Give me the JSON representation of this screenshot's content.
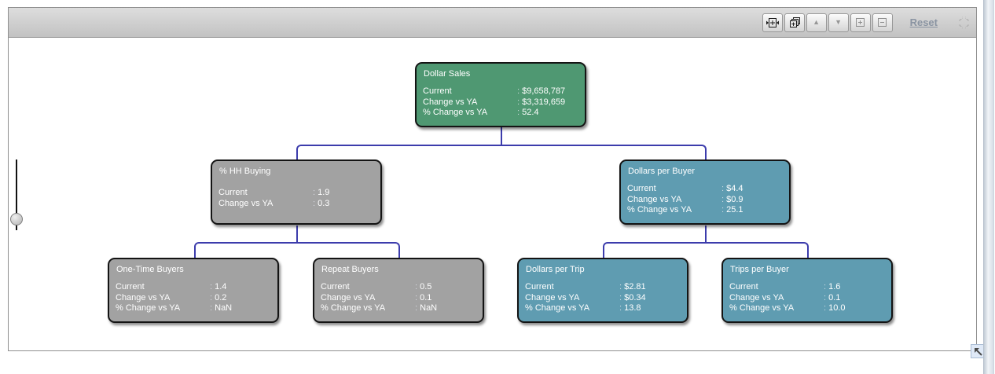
{
  "toolbar": {
    "reset_label": "Reset",
    "buttons": [
      {
        "icon": "expand-width-icon"
      },
      {
        "icon": "expand-all-levels-icon"
      },
      {
        "icon": "collapse-level-up-icon"
      },
      {
        "icon": "expand-level-down-icon"
      },
      {
        "icon": "zoom-in-icon"
      },
      {
        "icon": "zoom-out-icon"
      }
    ],
    "fullscreen_icon": "expand-arrows-icon"
  },
  "canvas": {
    "restore_icon": "arrow-up-left-icon",
    "zoom_slider": "vertical-zoom-slider"
  },
  "colors": {
    "node_green": "#4f9872",
    "node_gray": "#a2a2a2",
    "node_teal": "#5f9cb1",
    "connector": "#3c3cac"
  },
  "chart_data": {
    "type": "table",
    "title": "Decomposition tree: Dollar Sales drivers",
    "nodes": [
      {
        "title": "Dollar Sales",
        "color": "#4f9872",
        "parent": null,
        "rows": [
          {
            "label": "Current",
            "value": "$9,658,787"
          },
          {
            "label": "Change vs YA",
            "value": "$3,319,659"
          },
          {
            "label": "% Change vs YA",
            "value": "52.4"
          }
        ]
      },
      {
        "title": "% HH Buying",
        "color": "#a2a2a2",
        "parent": "Dollar Sales",
        "rows": [
          {
            "label": "Current",
            "value": "1.9"
          },
          {
            "label": "Change vs YA",
            "value": "0.3"
          }
        ]
      },
      {
        "title": "Dollars per Buyer",
        "color": "#5f9cb1",
        "parent": "Dollar Sales",
        "rows": [
          {
            "label": "Current",
            "value": "$4.4"
          },
          {
            "label": "Change vs YA",
            "value": "$0.9"
          },
          {
            "label": "% Change vs YA",
            "value": "25.1"
          }
        ]
      },
      {
        "title": "One-Time Buyers",
        "color": "#a2a2a2",
        "parent": "% HH Buying",
        "rows": [
          {
            "label": "Current",
            "value": "1.4"
          },
          {
            "label": "Change vs YA",
            "value": "0.2"
          },
          {
            "label": "% Change vs YA",
            "value": "NaN"
          }
        ]
      },
      {
        "title": "Repeat Buyers",
        "color": "#a2a2a2",
        "parent": "% HH Buying",
        "rows": [
          {
            "label": "Current",
            "value": "0.5"
          },
          {
            "label": "Change vs YA",
            "value": "0.1"
          },
          {
            "label": "% Change vs YA",
            "value": "NaN"
          }
        ]
      },
      {
        "title": "Dollars per Trip",
        "color": "#5f9cb1",
        "parent": "Dollars per Buyer",
        "rows": [
          {
            "label": "Current",
            "value": "$2.81"
          },
          {
            "label": "Change vs YA",
            "value": "$0.34"
          },
          {
            "label": "% Change vs YA",
            "value": "13.8"
          }
        ]
      },
      {
        "title": "Trips per Buyer",
        "color": "#5f9cb1",
        "parent": "Dollars per Buyer",
        "rows": [
          {
            "label": "Current",
            "value": "1.6"
          },
          {
            "label": "Change vs YA",
            "value": "0.1"
          },
          {
            "label": "% Change vs YA",
            "value": "10.0"
          }
        ]
      }
    ]
  }
}
